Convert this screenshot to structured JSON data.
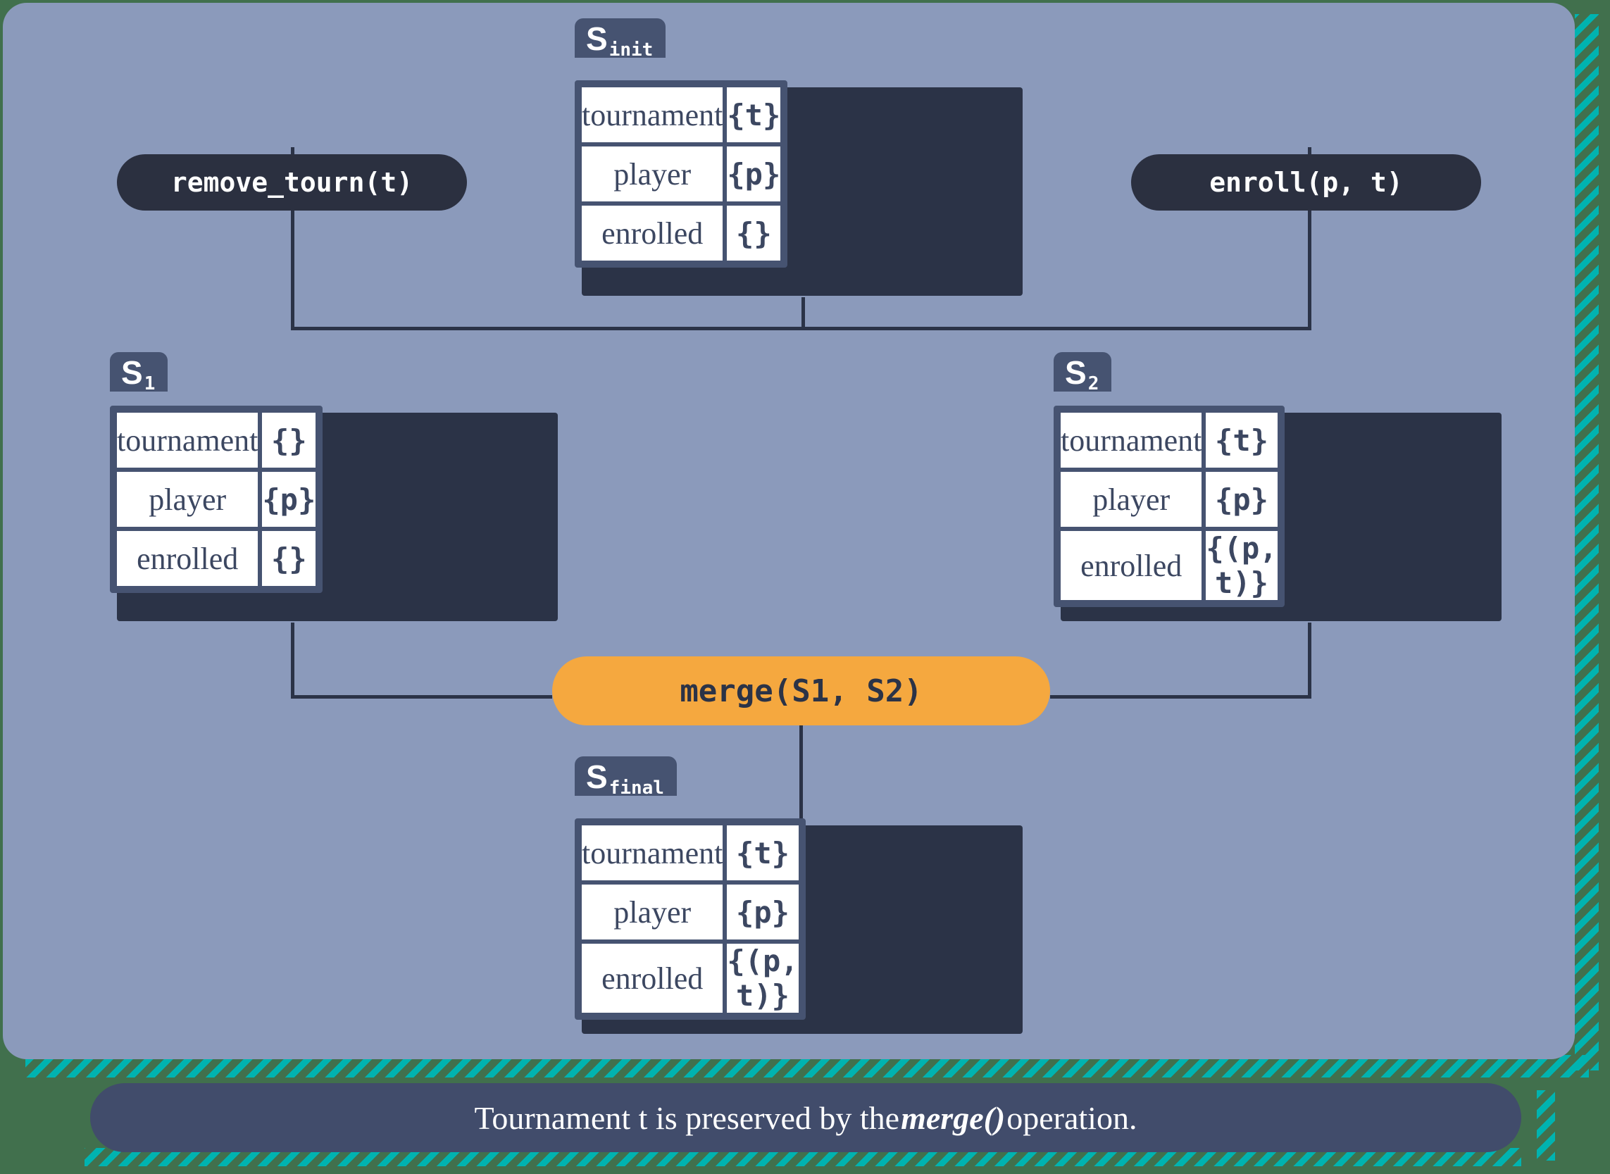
{
  "theme": {
    "background": "#41704d",
    "stripe": "#00b3b0",
    "panel": "#8b9abb",
    "ink": "#2b3347",
    "tab": "#465371",
    "pill_dark": "#2b3040",
    "accent": "#f5a83f",
    "caption_bar": "#414c6b",
    "cell_bg": "#ffffff"
  },
  "columns": [
    "key",
    "value"
  ],
  "states": {
    "init": {
      "name": "S",
      "subscript": "init",
      "rows": [
        {
          "key": "tournament",
          "value": "{t}"
        },
        {
          "key": "player",
          "value": "{p}"
        },
        {
          "key": "enrolled",
          "value": "{}"
        }
      ]
    },
    "s1": {
      "name": "S",
      "subscript": "1",
      "rows": [
        {
          "key": "tournament",
          "value": "{}"
        },
        {
          "key": "player",
          "value": "{p}"
        },
        {
          "key": "enrolled",
          "value": "{}"
        }
      ]
    },
    "s2": {
      "name": "S",
      "subscript": "2",
      "rows": [
        {
          "key": "tournament",
          "value": "{t}"
        },
        {
          "key": "player",
          "value": "{p}"
        },
        {
          "key": "enrolled",
          "value": "{(p, t)}"
        }
      ]
    },
    "final": {
      "name": "S",
      "subscript": "final",
      "rows": [
        {
          "key": "tournament",
          "value": "{t}"
        },
        {
          "key": "player",
          "value": "{p}"
        },
        {
          "key": "enrolled",
          "value": "{(p, t)}"
        }
      ]
    }
  },
  "operations": {
    "remove_tourn": "remove_tourn(t)",
    "enroll": "enroll(p, t)",
    "merge": "merge(S1, S2)"
  },
  "caption": {
    "prefix": "Tournament t is preserved by the ",
    "emphasis": "merge()",
    "suffix": " operation."
  }
}
